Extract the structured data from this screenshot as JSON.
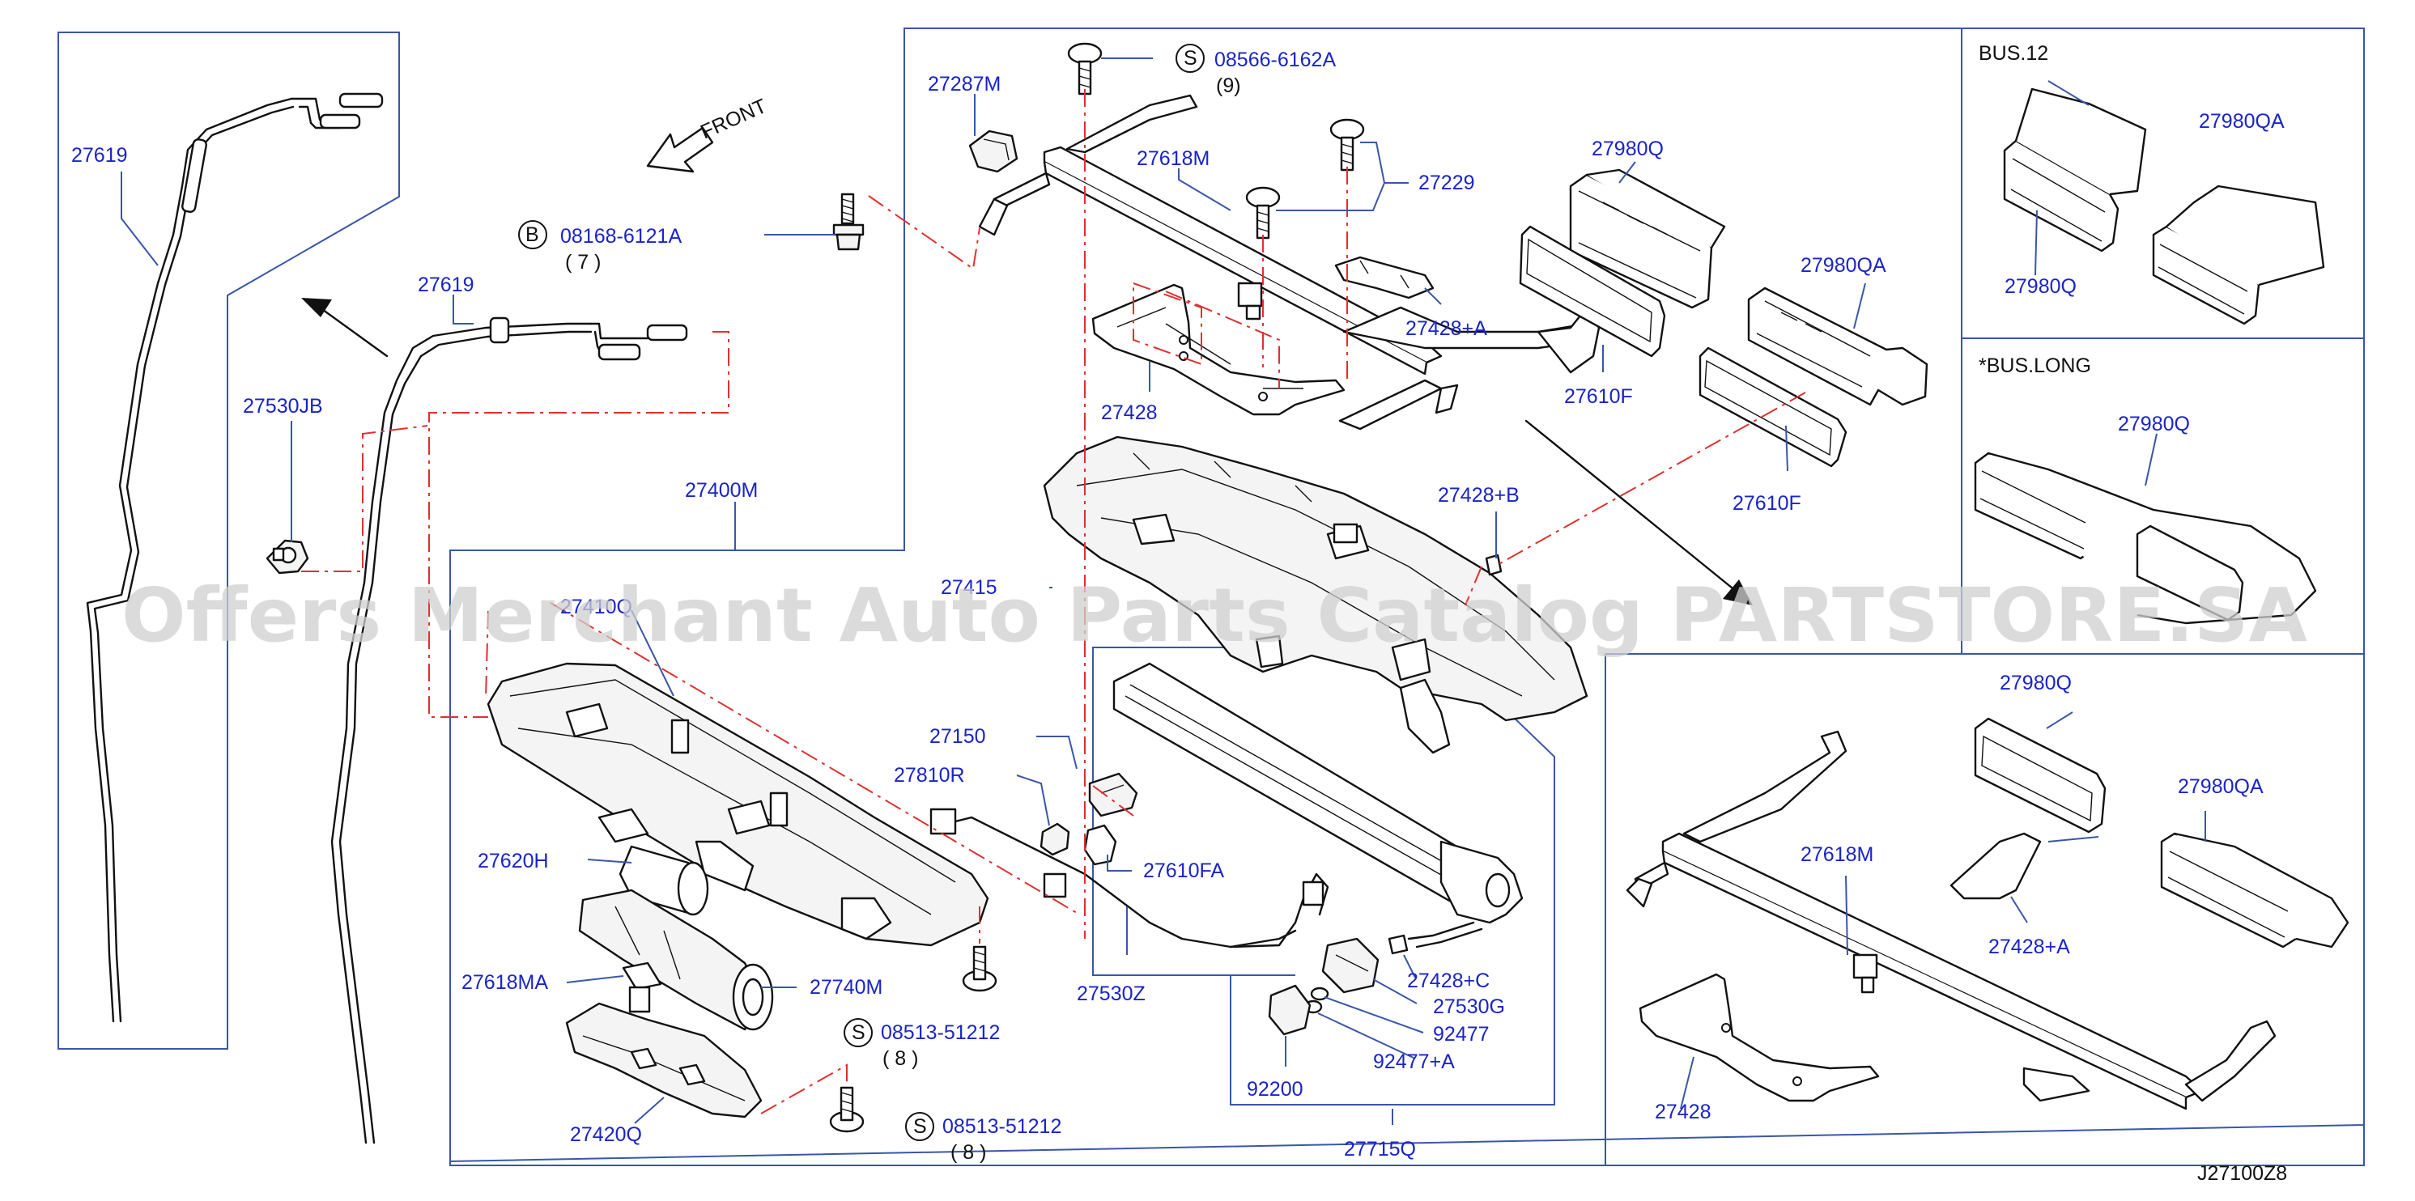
{
  "labels": {
    "p27619_left": "27619",
    "p27619_mid": "27619",
    "front": "FRONT",
    "bolt_b_code": "08168-6121A",
    "bolt_b_qty": "( 7 )",
    "bolt_b_mark": "B",
    "p27530JB": "27530JB",
    "p27400M": "27400M",
    "screw_s1_code": "08566-6162A",
    "screw_s1_qty": "(9)",
    "screw_s_mark": "S",
    "p27287M": "27287M",
    "p27618M_top": "27618M",
    "p27229": "27229",
    "p27428A_top": "27428+A",
    "p27428_top": "27428",
    "p27980Q_top": "27980Q",
    "p27980QA_top": "27980QA",
    "p27610F_a": "27610F",
    "p27610F_b": "27610F",
    "p27428B": "27428+B",
    "p27415": "27415",
    "p27410Q": "27410Q",
    "p27150": "27150",
    "p27810R": "27810R",
    "p27610FA": "27610FA",
    "p27620H": "27620H",
    "p27618MA": "27618MA",
    "p27740M": "27740M",
    "screw_s2_code": "08513-51212",
    "screw_s2_qty": "( 8 )",
    "p27530Z": "27530Z",
    "p27420Q": "27420Q",
    "screw_s3_code": "08513-51212",
    "screw_s3_qty": "( 8 )",
    "p27428C": "27428+C",
    "p27530G": "27530G",
    "p92477": "92477",
    "p92477A": "92477+A",
    "p92200": "92200",
    "p27715Q": "27715Q",
    "bus12": "BUS.12",
    "bus12_27980QA": "27980QA",
    "bus12_27980Q": "27980Q",
    "buslong": "*BUS.LONG",
    "buslong_27980Q": "27980Q",
    "br_27980Q": "27980Q",
    "br_27980QA": "27980QA",
    "br_27618M": "27618M",
    "br_27428A": "27428+A",
    "br_27428": "27428",
    "diagram_code": "J27100Z8"
  },
  "watermark": "Offers Merchant Auto Parts Catalog PARTSTORE.SA",
  "colors": {
    "label": "#1a24c8",
    "frame": "#3a56a8",
    "dash": "#e03030",
    "line": "#111111",
    "watermark": "#d0d0d0"
  }
}
